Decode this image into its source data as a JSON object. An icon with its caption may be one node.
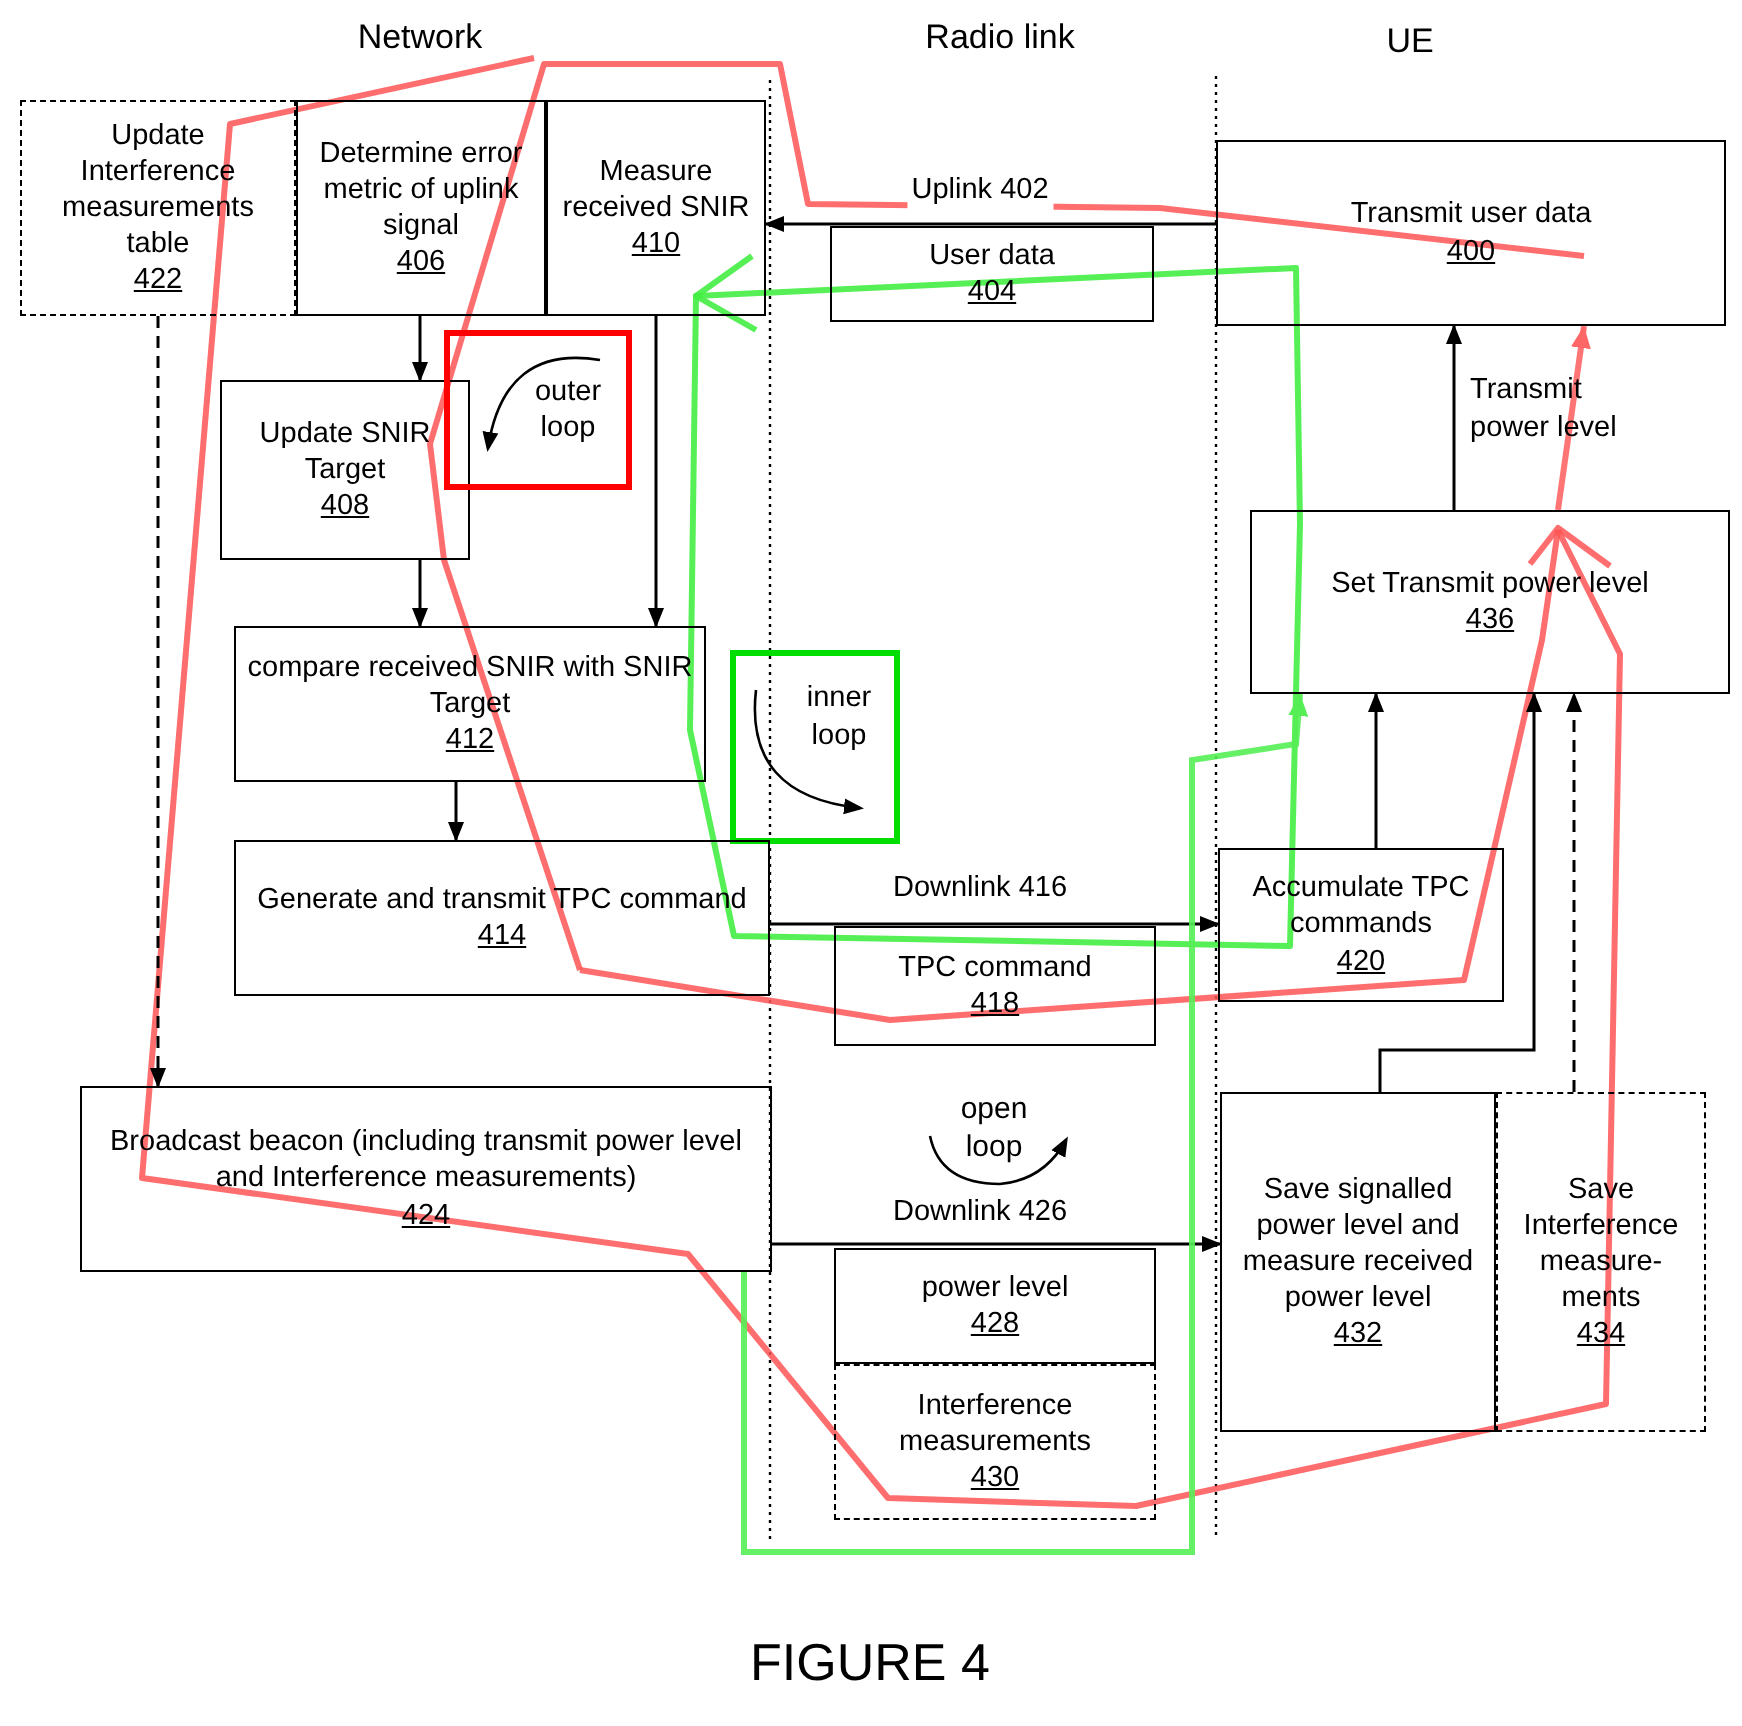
{
  "diagram": {
    "caption": "FIGURE 4",
    "nodes": [
      {
        "text": [
          "Update Interference measurements table",
          "422"
        ]
      },
      {
        "text": [
          "Determine error metric of uplink signal",
          "406"
        ]
      },
      {
        "text": [
          "Measure received SNIR",
          "410"
        ]
      },
      {
        "text": [
          "User data",
          "404"
        ]
      },
      {
        "text": [
          "Transmit user data",
          "400"
        ]
      },
      {
        "text": [
          "Update SNIR Target",
          "408"
        ]
      },
      {
        "text": [
          "outer loop"
        ]
      },
      {
        "text": [
          "Set Transmit power level",
          "436"
        ]
      },
      {
        "text": [
          "compare received SNIR with SNIR Target",
          "412"
        ]
      },
      {
        "text": [
          "inner loop"
        ]
      },
      {
        "text": [
          "Generate and transmit TPC command",
          "414"
        ]
      },
      {
        "text": [
          "Accumulate TPC commands",
          "420"
        ]
      },
      {
        "text": [
          "TPC command",
          "418"
        ]
      },
      {
        "text": [
          "Broadcast beacon (including transmit power level and Interference measurements)",
          "424"
        ]
      },
      {
        "text": [
          "Save signalled power level and measure received power level",
          "432"
        ]
      },
      {
        "text": [
          "Save Interference measure- ments",
          "434"
        ]
      },
      {
        "text": [
          "power level",
          "428"
        ]
      },
      {
        "text": [
          "Interference measurements",
          "430"
        ]
      }
    ],
    "edges": [
      {
        "from": 1,
        "to": 5,
        "arrow": "to"
      },
      {
        "from": 2,
        "to": 8,
        "arrow": "to"
      },
      {
        "from": 5,
        "to": 8,
        "arrow": "to"
      },
      {
        "from": 8,
        "to": 10,
        "arrow": "to"
      },
      {
        "from": 4,
        "to": 2,
        "arrow": "to",
        "label": "Uplink 402"
      },
      {
        "from": 10,
        "to": 11,
        "arrow": "to",
        "label": "Downlink 416"
      },
      {
        "from": 13,
        "to": 14,
        "arrow": "to",
        "label": "Downlink 426"
      },
      {
        "from": 0,
        "to": 13,
        "arrow": "to",
        "style": "dashed"
      },
      {
        "from": 7,
        "to": 4,
        "arrow": "to",
        "label": "Transmit power level"
      },
      {
        "from": 11,
        "to": 7,
        "arrow": "to"
      },
      {
        "from": 14,
        "to": 7,
        "arrow": "to"
      },
      {
        "from": 15,
        "to": 7,
        "arrow": "to",
        "style": "dashed"
      },
      {
        "from": 7,
        "to": 4,
        "arrow": "to",
        "style": "thick",
        "color": "#ff6666"
      },
      {
        "from": 13,
        "to": 7,
        "arrow": "to",
        "style": "thick",
        "color": "#55ee55"
      }
    ],
    "labels": [
      "Network",
      "Radio link",
      "UE",
      "open loop"
    ]
  }
}
